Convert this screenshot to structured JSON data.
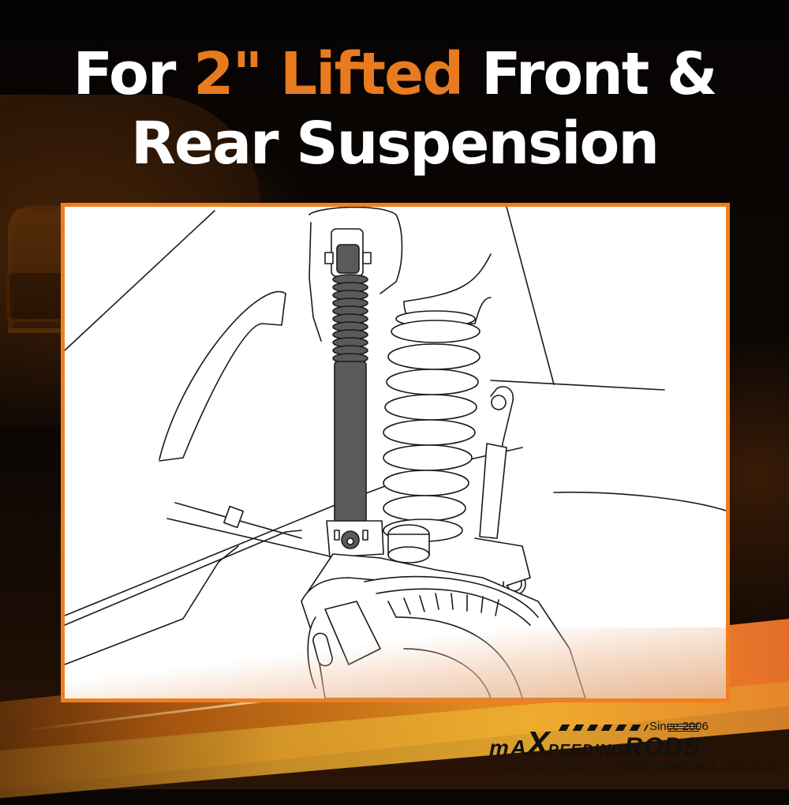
{
  "headline": {
    "prefix": "For ",
    "accent": "2\" Lifted",
    "line1_suffix": " Front &",
    "line2": "Rear Suspension",
    "accent_color": "#e87a1f",
    "text_color": "#ffffff"
  },
  "illustration": {
    "subject": "front suspension line drawing with shock absorber and coil spring",
    "frame_color": "#f07f1e",
    "shock_color": "#5a5a5a"
  },
  "logo": {
    "brand_ma": "mA",
    "brand_x": "X",
    "brand_peeding": "PEEDING",
    "brand_rods": "RODS",
    "since": "Since 2006",
    "tagline_light": "YOUR GATEWAY TO ",
    "tagline_bold": "PERFORMANCE DRIVING"
  },
  "colors": {
    "background_dark": "#0a0604",
    "orange": "#f07f1e",
    "streak_orange": "#e08a1e"
  }
}
